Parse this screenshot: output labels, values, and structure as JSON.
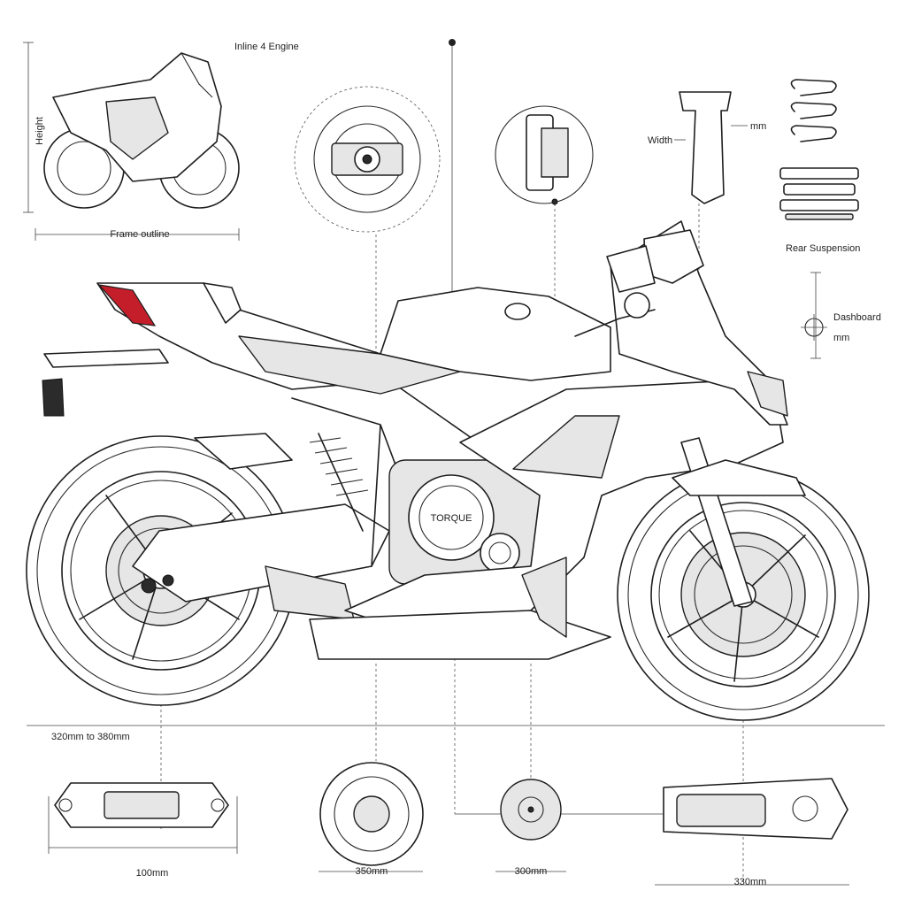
{
  "labels": {
    "engine": "Inline 4 Engine",
    "height": "Height",
    "frame_outline": "Frame outline",
    "width": "Width",
    "width_dim": "mm",
    "rear_suspension": "Rear Suspension",
    "dashboard": "Dashboard",
    "dashboard_unit": "mm",
    "wheelbase_range": "320mm to 380mm",
    "swingarm_dim": "100mm",
    "sprocket_dim": "350mm",
    "hub_dim": "300mm",
    "exhaust_dim": "330mm",
    "engine_badge": "TORQUE"
  },
  "colors": {
    "ink": "#1e1e1e",
    "tail_light": "#c41e2a",
    "paper": "#ffffff"
  }
}
